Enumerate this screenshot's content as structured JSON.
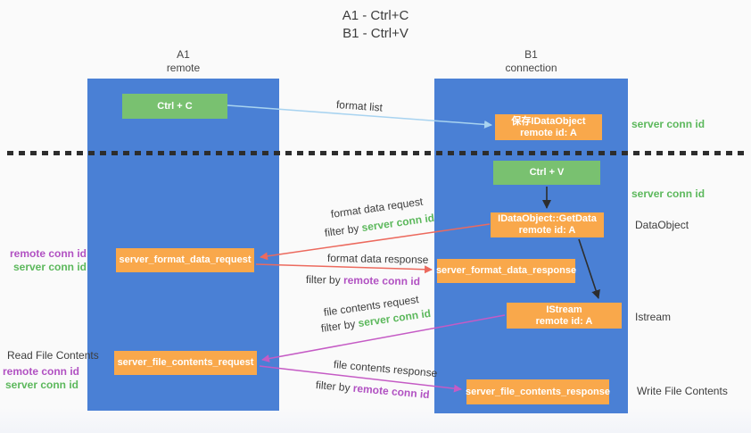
{
  "title": {
    "line1": "A1 - Ctrl+C",
    "line2": "B1 - Ctrl+V"
  },
  "columns": {
    "a1": {
      "name": "A1",
      "subtitle": "remote"
    },
    "b1": {
      "name": "B1",
      "subtitle": "connection"
    }
  },
  "nodes": {
    "ctrl_c": {
      "label": "Ctrl + C"
    },
    "ctrl_v": {
      "label": "Ctrl + V"
    },
    "save_idataobject": {
      "line1": "保存IDataObject",
      "line2": "remote id: A"
    },
    "getdata": {
      "line1": "IDataObject::GetData",
      "line2": "remote id: A"
    },
    "istream": {
      "line1": "IStream",
      "line2": "remote id: A"
    },
    "server_format_data_request": {
      "label": "server_format_data_request"
    },
    "server_format_data_response": {
      "label": "server_format_data_response"
    },
    "server_file_contents_request": {
      "label": "server_file_contents_request"
    },
    "server_file_contents_response": {
      "label": "server_file_contents_response"
    }
  },
  "flow_labels": {
    "format_list": "format list",
    "format_data_request": "format data request",
    "format_data_response": "format data response",
    "file_contents_request": "file contents request",
    "file_contents_response": "file contents response",
    "filter_by": "filter by ",
    "server_conn_id": "server conn id",
    "remote_conn_id": "remote conn id"
  },
  "side_labels": {
    "server_conn_id": "server conn id",
    "remote_conn_id": "remote conn id",
    "dataobject": "DataObject",
    "istream": "Istream",
    "read_file_contents": "Read File Contents",
    "write_file_contents": "Write File Contents"
  },
  "colors": {
    "lane_blue": "#4a80d5",
    "node_green": "#79c170",
    "node_orange": "#f9a84b",
    "label_green": "#5cb85c",
    "label_purple": "#b151c2",
    "arrow_light_blue": "#a8d3f0",
    "arrow_black": "#2d2d2d",
    "arrow_red": "#ec6a5e",
    "arrow_magenta": "#c55bc5",
    "background": "#fafafa"
  }
}
